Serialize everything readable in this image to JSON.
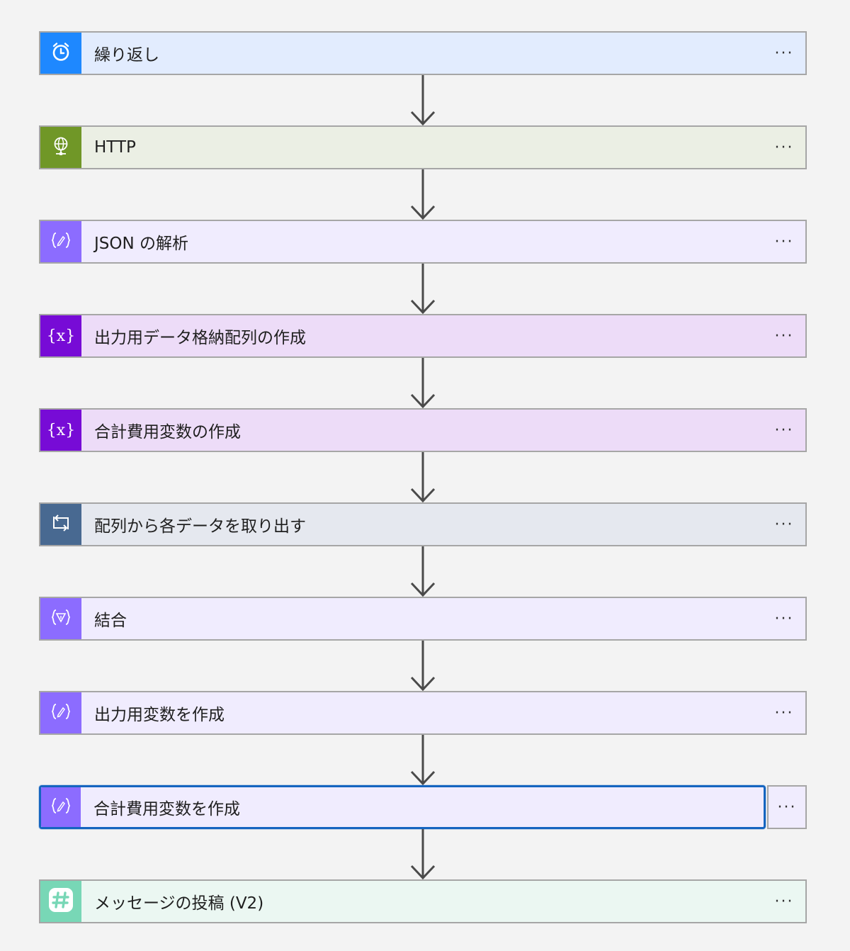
{
  "flow": {
    "steps": [
      {
        "label": "繰り返し",
        "icon": "alarm-clock-icon",
        "color": "#1e88ff",
        "bg": "#e2ecfe"
      },
      {
        "label": "HTTP",
        "icon": "globe-icon",
        "color": "#709727",
        "bg": "#ebefe4"
      },
      {
        "label": "JSON の解析",
        "icon": "data-operation-icon",
        "color": "#8c6cff",
        "bg": "#f0ecfe"
      },
      {
        "label": "出力用データ格納配列の作成",
        "icon": "variable-icon",
        "color": "#770bd6",
        "bg": "#eddcf8"
      },
      {
        "label": "合計費用変数の作成",
        "icon": "variable-icon",
        "color": "#770bd6",
        "bg": "#eddcf8"
      },
      {
        "label": "配列から各データを取り出す",
        "icon": "loop-icon",
        "color": "#486991",
        "bg": "#e5e8ef"
      },
      {
        "label": "結合",
        "icon": "join-icon",
        "color": "#8c6cff",
        "bg": "#f0ecfe"
      },
      {
        "label": "出力用変数を作成",
        "icon": "data-operation-icon",
        "color": "#8c6cff",
        "bg": "#f0ecfe"
      },
      {
        "label": "合計費用変数を作成",
        "icon": "data-operation-icon",
        "color": "#8c6cff",
        "bg": "#f0ecfe",
        "selected": true
      },
      {
        "label": "メッセージの投稿 (V2)",
        "icon": "slack-icon",
        "color": "#78d7b6",
        "bg": "#ebf7f2"
      }
    ],
    "more_label": "···",
    "icon_glyphs": {
      "variable": "{x}"
    }
  }
}
